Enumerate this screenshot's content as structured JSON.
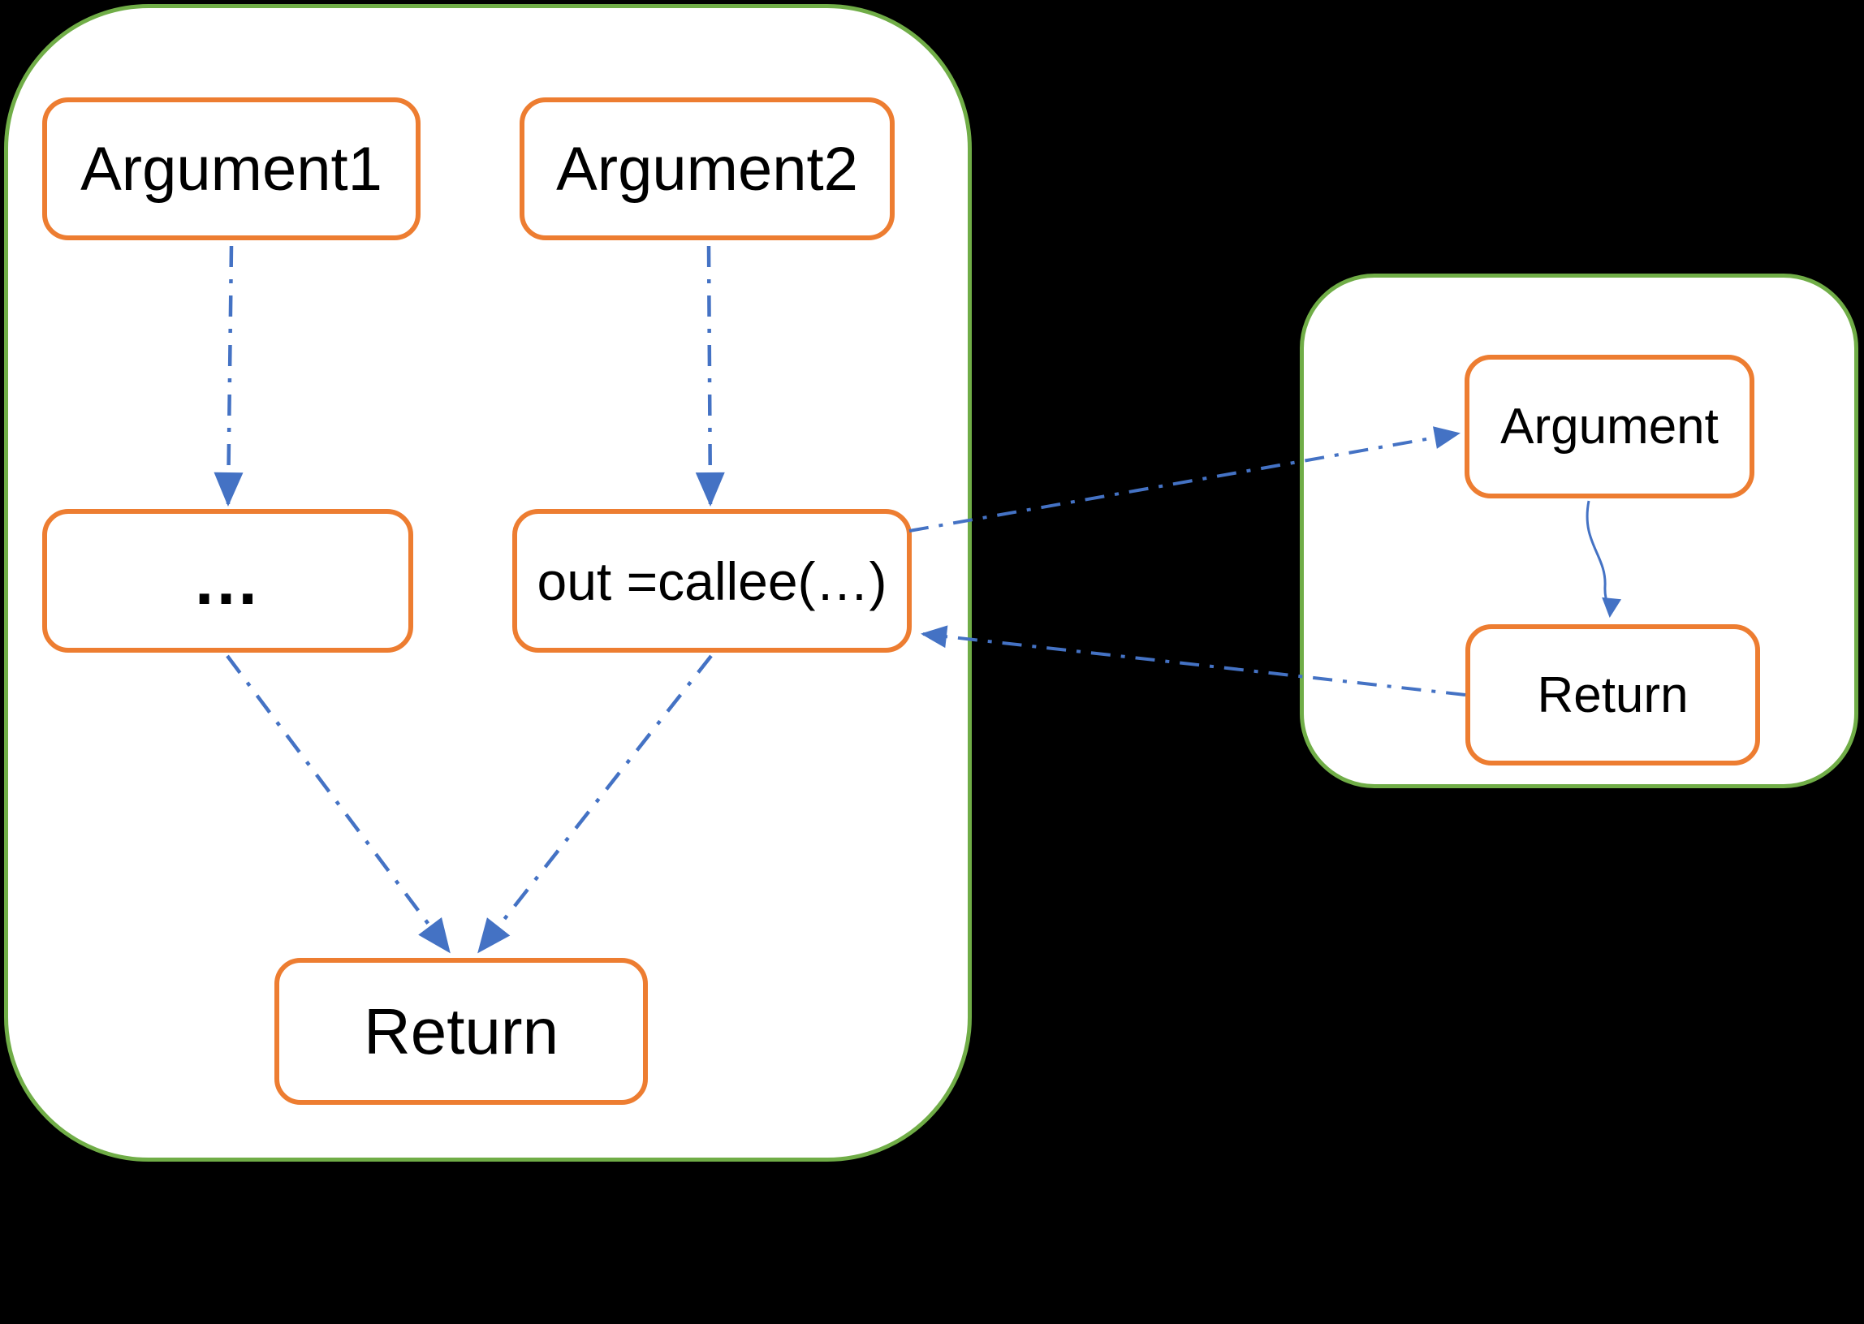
{
  "diagram": {
    "caller": {
      "nodes": {
        "argument1": "Argument1",
        "argument2": "Argument2",
        "ellipsis": "…",
        "call": "out =callee(…)",
        "return": "Return"
      }
    },
    "callee": {
      "nodes": {
        "argument": "Argument",
        "return": "Return"
      }
    },
    "colors": {
      "background": "#000000",
      "container_fill": "#FFFFFF",
      "container_border": "#70AD47",
      "node_fill": "#FFFFFF",
      "node_border": "#ED7D31",
      "node_text": "#000000",
      "arrow": "#4472C4"
    }
  }
}
